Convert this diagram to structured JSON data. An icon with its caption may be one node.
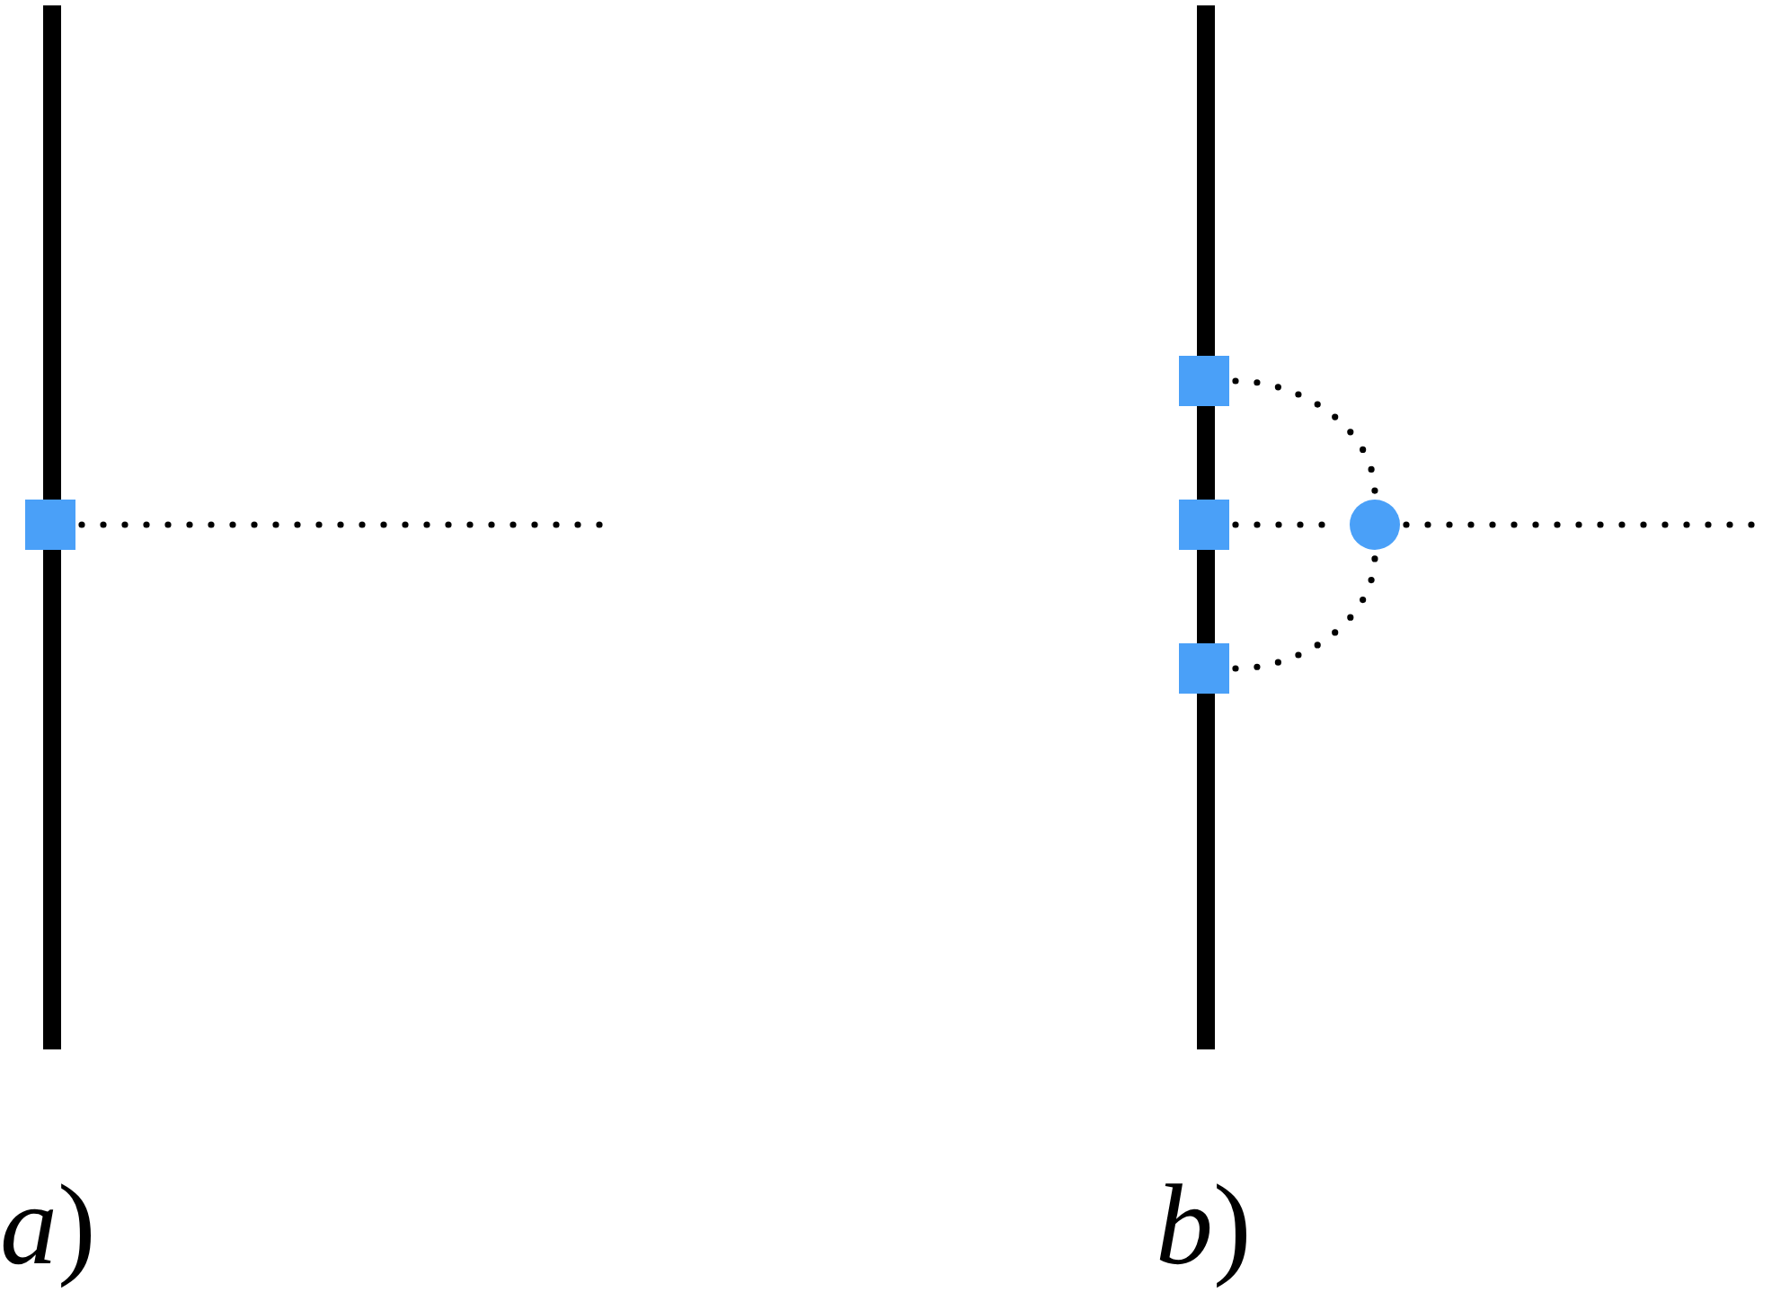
{
  "diagram": {
    "nodes": [
      {
        "text": [],
        "shape": "bar"
      },
      {
        "text": [],
        "shape": "box"
      },
      {
        "text": [],
        "shape": "bar"
      },
      {
        "text": [],
        "shape": "box"
      },
      {
        "text": [],
        "shape": "box"
      },
      {
        "text": [],
        "shape": "box"
      },
      {
        "text": [],
        "shape": "circle"
      }
    ],
    "edges": [
      {
        "from": 1,
        "to": null,
        "arrow": "none"
      },
      {
        "from": 3,
        "to": 6,
        "arrow": "none"
      },
      {
        "from": 4,
        "to": 6,
        "arrow": "none"
      },
      {
        "from": 5,
        "to": 6,
        "arrow": "none"
      },
      {
        "from": 6,
        "to": null,
        "arrow": "none"
      }
    ],
    "labels": [
      "*a*)",
      "*b*)"
    ]
  }
}
